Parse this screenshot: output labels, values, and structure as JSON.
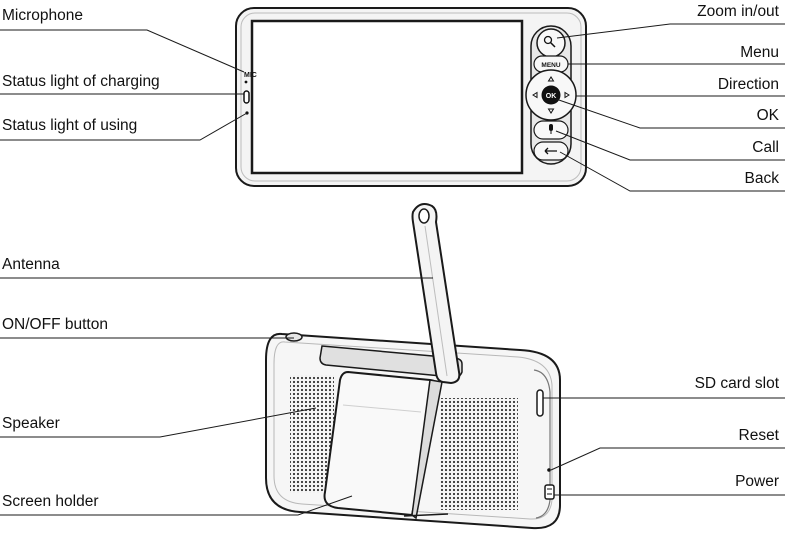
{
  "labels": {
    "microphone": "Microphone",
    "status_charging": "Status light of charging",
    "status_using": "Status light of using",
    "antenna": "Antenna",
    "on_off": "ON/OFF button",
    "speaker": "Speaker",
    "screen_holder": "Screen holder",
    "zoom": "Zoom in/out",
    "menu": "Menu",
    "direction": "Direction",
    "ok": "OK",
    "call": "Call",
    "back": "Back",
    "sd_card": "SD card slot",
    "reset": "Reset",
    "power": "Power"
  },
  "device_marks": {
    "mic_text": "MIC",
    "menu_button_text": "MENU",
    "ok_button_text": "OK"
  }
}
